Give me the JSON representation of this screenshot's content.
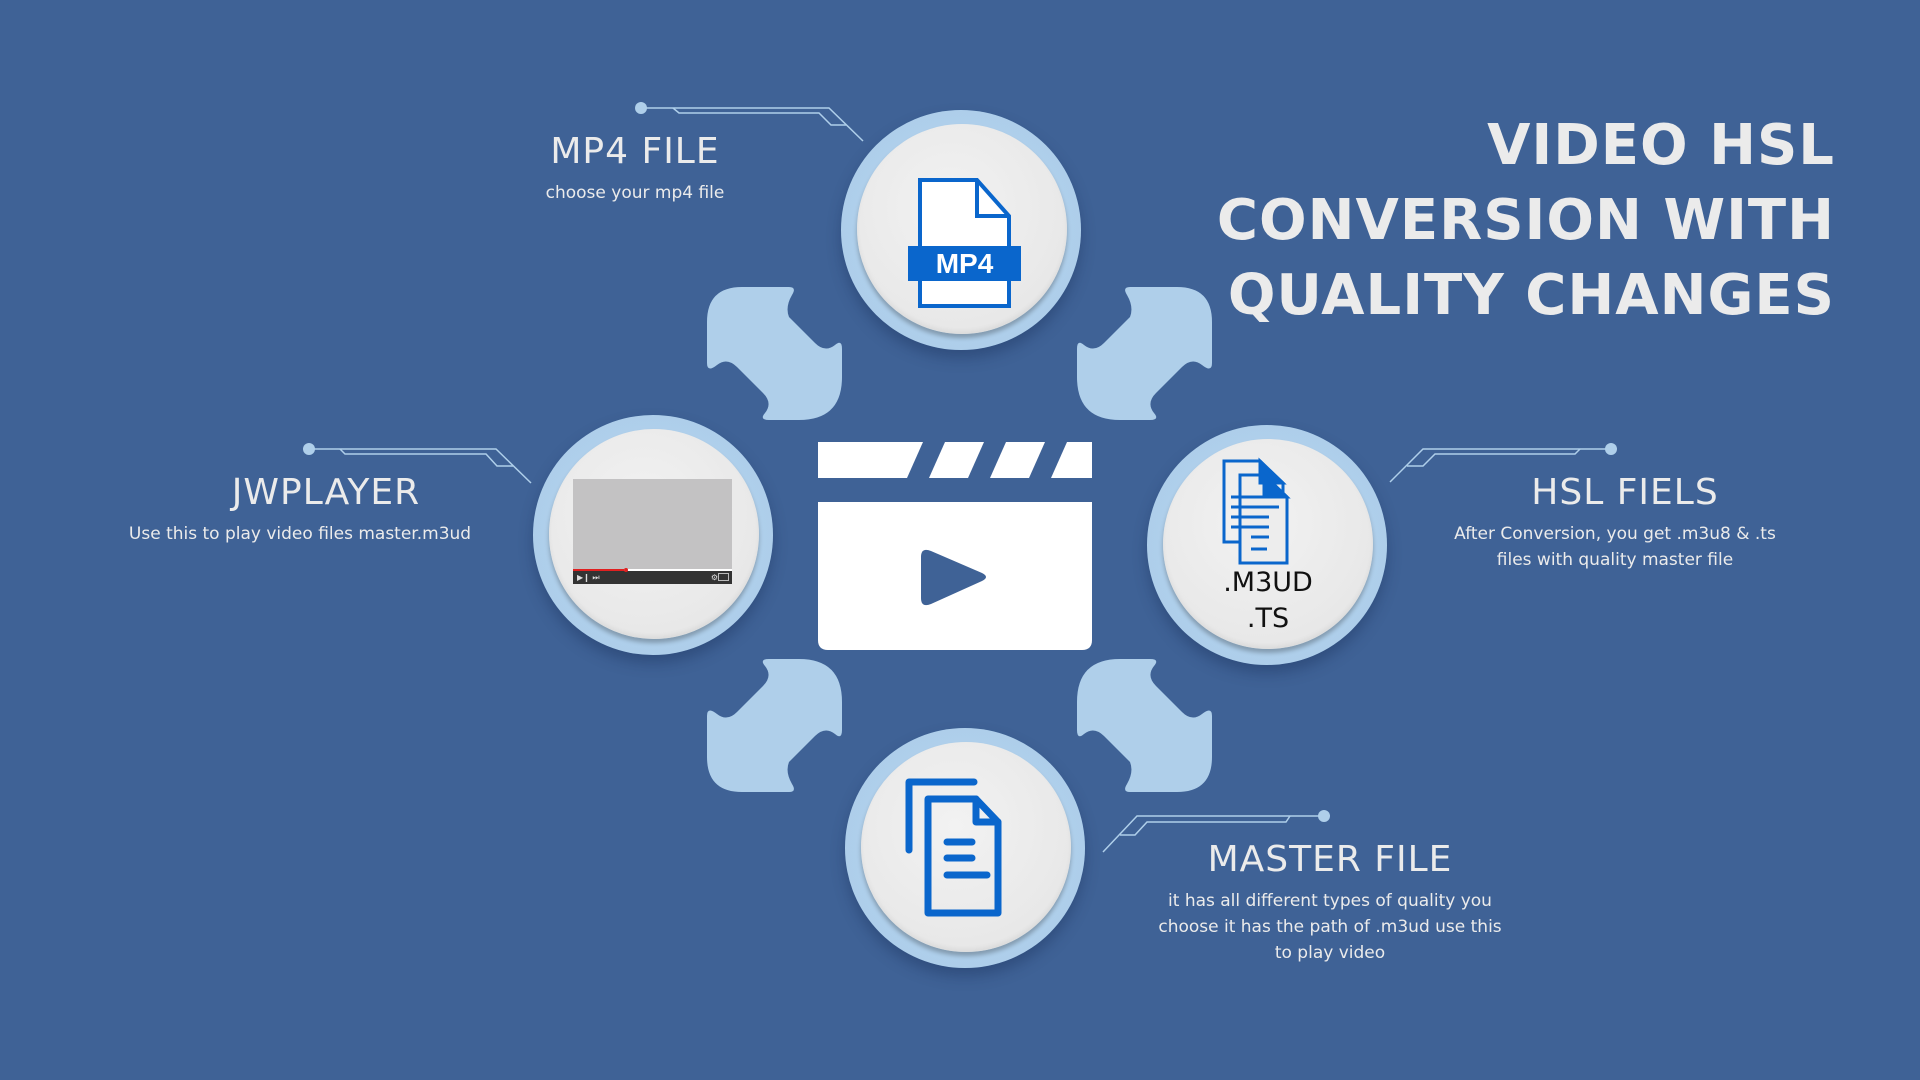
{
  "title": {
    "lines": [
      "VIDEO HSL",
      "CONVERSION WITH",
      "QUALITY CHANGES"
    ]
  },
  "colors": {
    "background": "#3F6296",
    "accent_light": "#AFCFEA",
    "icon_blue": "#0A66CC",
    "text": "#EBEBEB",
    "progress_red": "#E02020"
  },
  "steps": {
    "mp4": {
      "heading": "MP4 FILE",
      "description": "choose your mp4 file",
      "icon": "mp4-file-icon",
      "badge": "MP4"
    },
    "hsl": {
      "heading": "HSL FIELS",
      "description_lines": [
        "After Conversion, you get .m3u8 & .ts",
        "files with quality master file"
      ],
      "icon": "documents-icon",
      "file_types": [
        ".M3UD",
        ".TS"
      ]
    },
    "master": {
      "heading": "MASTER FILE",
      "description_lines": [
        "it has all different types of quality you",
        "choose it has the path of .m3ud use this",
        "to play video"
      ],
      "icon": "copy-document-icon"
    },
    "jwplayer": {
      "heading": "JWPLAYER",
      "description": "Use this to play video files master.m3ud",
      "icon": "video-player-icon",
      "progress": 0.32
    }
  },
  "center": {
    "icon": "clapperboard-play-icon"
  },
  "connectors": {
    "icon": "cycle-arrow-icon",
    "count": 4
  }
}
